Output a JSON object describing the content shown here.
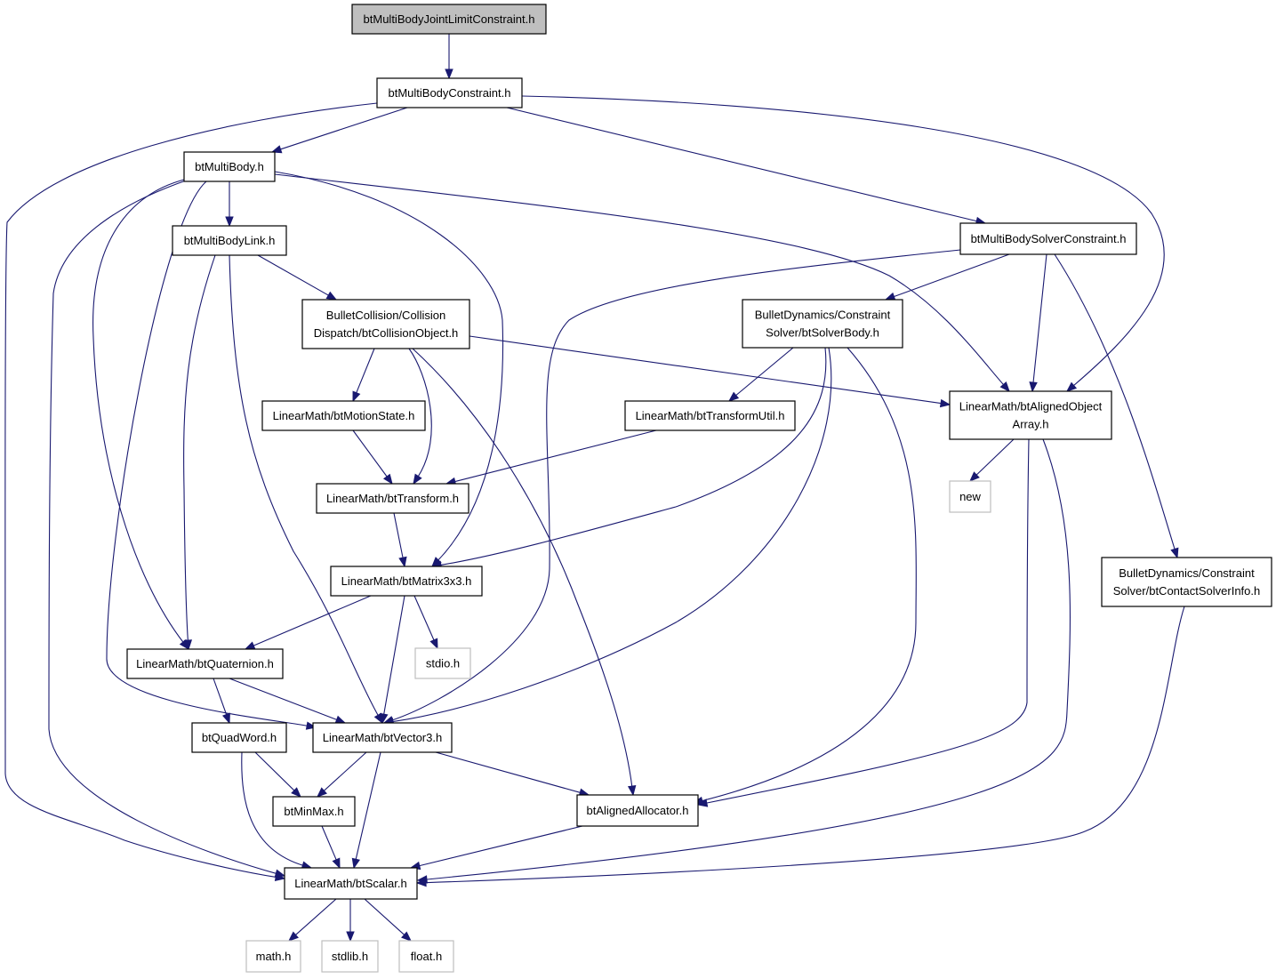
{
  "diagram": {
    "nodes": [
      {
        "id": "root",
        "kind": "root",
        "lines": [
          "btMultiBodyJointLimitConstraint.h"
        ]
      },
      {
        "id": "mbc",
        "kind": "normal",
        "lines": [
          "btMultiBodyConstraint.h"
        ]
      },
      {
        "id": "mb",
        "kind": "normal",
        "lines": [
          "btMultiBody.h"
        ]
      },
      {
        "id": "mbsc",
        "kind": "normal",
        "lines": [
          "btMultiBodySolverConstraint.h"
        ]
      },
      {
        "id": "mbl",
        "kind": "normal",
        "lines": [
          "btMultiBodyLink.h"
        ]
      },
      {
        "id": "co",
        "kind": "normal",
        "lines": [
          "BulletCollision/Collision",
          "Dispatch/btCollisionObject.h"
        ]
      },
      {
        "id": "sb",
        "kind": "normal",
        "lines": [
          "BulletDynamics/Constraint",
          "Solver/btSolverBody.h"
        ]
      },
      {
        "id": "aoa",
        "kind": "normal",
        "lines": [
          "LinearMath/btAlignedObject",
          "Array.h"
        ]
      },
      {
        "id": "ms",
        "kind": "normal",
        "lines": [
          "LinearMath/btMotionState.h"
        ]
      },
      {
        "id": "tu",
        "kind": "normal",
        "lines": [
          "LinearMath/btTransformUtil.h"
        ]
      },
      {
        "id": "new",
        "kind": "external",
        "lines": [
          "new"
        ]
      },
      {
        "id": "tr",
        "kind": "normal",
        "lines": [
          "LinearMath/btTransform.h"
        ]
      },
      {
        "id": "csi",
        "kind": "normal",
        "lines": [
          "BulletDynamics/Constraint",
          "Solver/btContactSolverInfo.h"
        ]
      },
      {
        "id": "m33",
        "kind": "normal",
        "lines": [
          "LinearMath/btMatrix3x3.h"
        ]
      },
      {
        "id": "q",
        "kind": "normal",
        "lines": [
          "LinearMath/btQuaternion.h"
        ]
      },
      {
        "id": "stdio",
        "kind": "external",
        "lines": [
          "stdio.h"
        ]
      },
      {
        "id": "qw",
        "kind": "normal",
        "lines": [
          "btQuadWord.h"
        ]
      },
      {
        "id": "v3",
        "kind": "normal",
        "lines": [
          "LinearMath/btVector3.h"
        ]
      },
      {
        "id": "mm",
        "kind": "normal",
        "lines": [
          "btMinMax.h"
        ]
      },
      {
        "id": "aa",
        "kind": "normal",
        "lines": [
          "btAlignedAllocator.h"
        ]
      },
      {
        "id": "sc",
        "kind": "normal",
        "lines": [
          "LinearMath/btScalar.h"
        ]
      },
      {
        "id": "math",
        "kind": "external",
        "lines": [
          "math.h"
        ]
      },
      {
        "id": "stdlib",
        "kind": "external",
        "lines": [
          "stdlib.h"
        ]
      },
      {
        "id": "float",
        "kind": "external",
        "lines": [
          "float.h"
        ]
      }
    ],
    "edges": [
      {
        "from": "root",
        "to": "mbc"
      },
      {
        "from": "mbc",
        "to": "mb"
      },
      {
        "from": "mbc",
        "to": "mbsc"
      },
      {
        "from": "mbc",
        "to": "aoa"
      },
      {
        "from": "mbc",
        "to": "sc"
      },
      {
        "from": "mb",
        "to": "mbl"
      },
      {
        "from": "mb",
        "to": "aoa"
      },
      {
        "from": "mb",
        "to": "m33"
      },
      {
        "from": "mb",
        "to": "q"
      },
      {
        "from": "mb",
        "to": "v3"
      },
      {
        "from": "mb",
        "to": "sc"
      },
      {
        "from": "mbl",
        "to": "co"
      },
      {
        "from": "mbl",
        "to": "q"
      },
      {
        "from": "mbl",
        "to": "v3"
      },
      {
        "from": "co",
        "to": "ms"
      },
      {
        "from": "co",
        "to": "tr"
      },
      {
        "from": "co",
        "to": "aoa"
      },
      {
        "from": "co",
        "to": "aa"
      },
      {
        "from": "mbsc",
        "to": "sb"
      },
      {
        "from": "mbsc",
        "to": "aoa"
      },
      {
        "from": "mbsc",
        "to": "csi"
      },
      {
        "from": "mbsc",
        "to": "v3"
      },
      {
        "from": "sb",
        "to": "tu"
      },
      {
        "from": "sb",
        "to": "m33"
      },
      {
        "from": "sb",
        "to": "v3"
      },
      {
        "from": "sb",
        "to": "aa"
      },
      {
        "from": "tu",
        "to": "tr"
      },
      {
        "from": "ms",
        "to": "tr"
      },
      {
        "from": "tr",
        "to": "m33"
      },
      {
        "from": "aoa",
        "to": "new"
      },
      {
        "from": "aoa",
        "to": "aa"
      },
      {
        "from": "aoa",
        "to": "sc"
      },
      {
        "from": "m33",
        "to": "q"
      },
      {
        "from": "m33",
        "to": "stdio"
      },
      {
        "from": "m33",
        "to": "v3"
      },
      {
        "from": "q",
        "to": "qw"
      },
      {
        "from": "q",
        "to": "v3"
      },
      {
        "from": "qw",
        "to": "mm"
      },
      {
        "from": "qw",
        "to": "sc"
      },
      {
        "from": "v3",
        "to": "mm"
      },
      {
        "from": "v3",
        "to": "aa"
      },
      {
        "from": "v3",
        "to": "sc"
      },
      {
        "from": "mm",
        "to": "sc"
      },
      {
        "from": "aa",
        "to": "sc"
      },
      {
        "from": "csi",
        "to": "sc"
      },
      {
        "from": "sc",
        "to": "math"
      },
      {
        "from": "sc",
        "to": "stdlib"
      },
      {
        "from": "sc",
        "to": "float"
      }
    ]
  }
}
